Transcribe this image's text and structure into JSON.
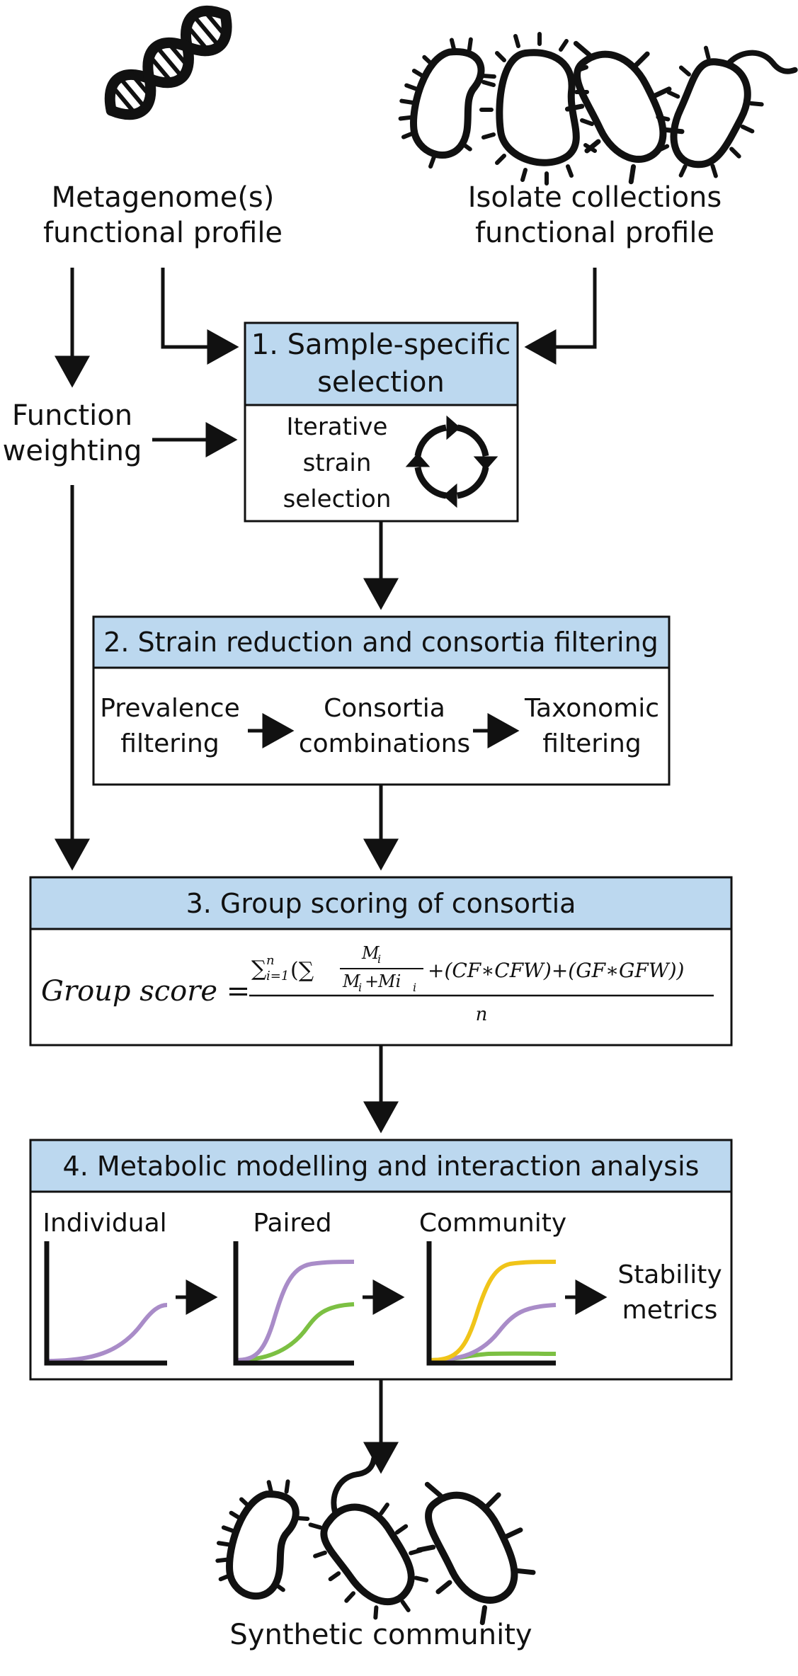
{
  "inputs": {
    "metagenome": [
      "Metagenome(s)",
      "functional profile"
    ],
    "isolates": [
      "Isolate collections",
      "functional profile"
    ]
  },
  "weighting": [
    "Function",
    "weighting"
  ],
  "step1": {
    "title": [
      "1. Sample-specific",
      "selection"
    ],
    "body": [
      "Iterative",
      "strain",
      "selection"
    ]
  },
  "step2": {
    "title": "2. Strain reduction and consortia filtering",
    "items": [
      [
        "Prevalence",
        "filtering"
      ],
      [
        "Consortia",
        "combinations"
      ],
      [
        "Taxonomic",
        "filtering"
      ]
    ]
  },
  "step3": {
    "title": "3. Group scoring of consortia",
    "formula": {
      "lhs": "Group score =",
      "sum_symbol": "∑",
      "sum_sub": "i=1",
      "sum_sup": "n",
      "inner_open": "(∑",
      "frac_num": "M",
      "frac_num_sub": "i",
      "frac_den_a": "M",
      "frac_den_a_sub": "i",
      "frac_den_plus": "+",
      "frac_den_b": "Mi",
      "frac_den_b_sub": "i",
      "terms": "+(CF∗CFW)+(GF∗GFW))",
      "denominator": "n"
    }
  },
  "step4": {
    "title": "4. Metabolic modelling and interaction analysis",
    "panels": [
      "Individual",
      "Paired",
      "Community"
    ],
    "output": [
      "Stability",
      "metrics"
    ],
    "colors": {
      "purple": "#a98cc8",
      "green": "#7cc043",
      "yellow": "#f0c419"
    }
  },
  "result": "Synthetic community",
  "colors": {
    "header_fill": "#bcd8ef",
    "stroke": "#111111"
  }
}
